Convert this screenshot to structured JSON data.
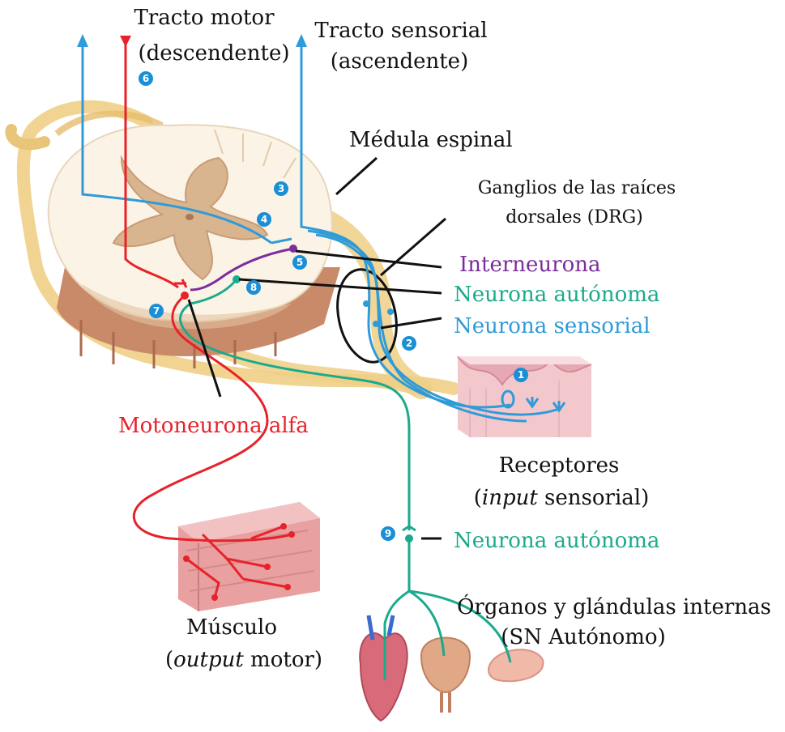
{
  "labels": {
    "motor_tract_line1": "Tracto motor",
    "motor_tract_line2": "(descendente)",
    "sensory_tract_line1": "Tracto sensorial",
    "sensory_tract_line2": "(ascendente)",
    "spinal_cord": "Médula espinal",
    "drg_line1": "Ganglios de las raíces",
    "drg_line2": "dorsales (DRG)",
    "interneuron": "Interneurona",
    "autonomic_neuron_top": "Neurona autónoma",
    "sensory_neuron": "Neurona sensorial",
    "alpha_motor": "Motoneurona alfa",
    "receptors_line1": "Receptores",
    "receptors_line2_italic": "input",
    "receptors_line2_rest": " sensorial)",
    "muscle_line1": "Músculo",
    "muscle_line2_italic": "output",
    "muscle_line2_rest": " motor)",
    "autonomic_neuron_bottom": "Neurona autónoma",
    "organs_line1": "Órganos y glándulas internas",
    "organs_line2": "(SN Autónomo)"
  },
  "markers": [
    "1",
    "2",
    "3",
    "4",
    "5",
    "6",
    "7",
    "8",
    "9"
  ],
  "colors": {
    "motor": "#e8222a",
    "sensory": "#2f9bd8",
    "interneuron": "#7a2f9c",
    "autonomic": "#1aaa8c",
    "nerve": "#f0cf86",
    "cord_white": "#fbf3e6",
    "cord_gray": "#d9b58f",
    "cord_base": "#c98a6a",
    "muscle": "#e8a0a0",
    "skin": "#f3c8cc",
    "marker": "#1b8fd6"
  }
}
